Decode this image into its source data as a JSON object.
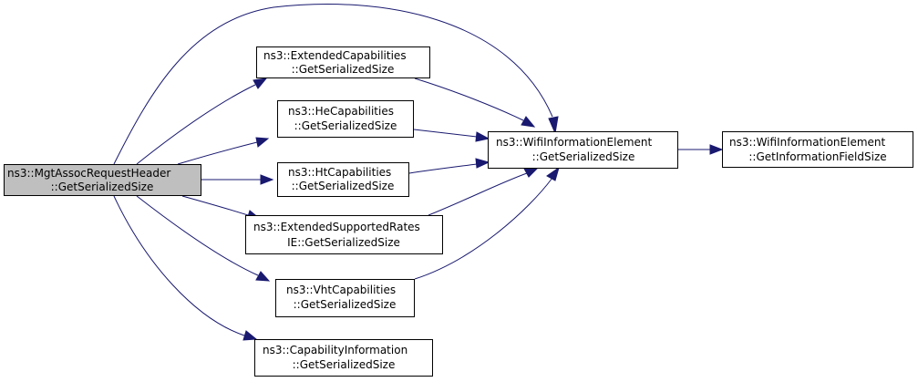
{
  "colors": {
    "edge": "#191970",
    "node_border": "#000000",
    "node_fill": "#ffffff",
    "root_fill": "#bfbfbf",
    "text": "#000000"
  },
  "nodes": [
    {
      "id": "root",
      "line1": "ns3::MgtAssocRequestHeader",
      "line2": "::GetSerializedSize"
    },
    {
      "id": "ext-cap",
      "line1": "ns3::ExtendedCapabilities",
      "line2": "::GetSerializedSize"
    },
    {
      "id": "he-cap",
      "line1": "ns3::HeCapabilities",
      "line2": "::GetSerializedSize"
    },
    {
      "id": "ht-cap",
      "line1": "ns3::HtCapabilities",
      "line2": "::GetSerializedSize"
    },
    {
      "id": "ext-rates",
      "line1": "ns3::ExtendedSupportedRates",
      "line2": "IE::GetSerializedSize"
    },
    {
      "id": "vht-cap",
      "line1": "ns3::VhtCapabilities",
      "line2": "::GetSerializedSize"
    },
    {
      "id": "cap-info",
      "line1": "ns3::CapabilityInformation",
      "line2": "::GetSerializedSize"
    },
    {
      "id": "wifi-ie",
      "line1": "ns3::WifiInformationElement",
      "line2": "::GetSerializedSize"
    },
    {
      "id": "wifi-ie-field",
      "line1": "ns3::WifiInformationElement",
      "line2": "::GetInformationFieldSize"
    }
  ],
  "edges": [
    {
      "from": "root",
      "to": "wifi-ie"
    },
    {
      "from": "root",
      "to": "ext-cap"
    },
    {
      "from": "root",
      "to": "he-cap"
    },
    {
      "from": "root",
      "to": "ht-cap"
    },
    {
      "from": "root",
      "to": "ext-rates"
    },
    {
      "from": "root",
      "to": "vht-cap"
    },
    {
      "from": "root",
      "to": "cap-info"
    },
    {
      "from": "ext-cap",
      "to": "wifi-ie"
    },
    {
      "from": "he-cap",
      "to": "wifi-ie"
    },
    {
      "from": "ht-cap",
      "to": "wifi-ie"
    },
    {
      "from": "ext-rates",
      "to": "wifi-ie"
    },
    {
      "from": "vht-cap",
      "to": "wifi-ie"
    },
    {
      "from": "wifi-ie",
      "to": "wifi-ie-field"
    }
  ]
}
